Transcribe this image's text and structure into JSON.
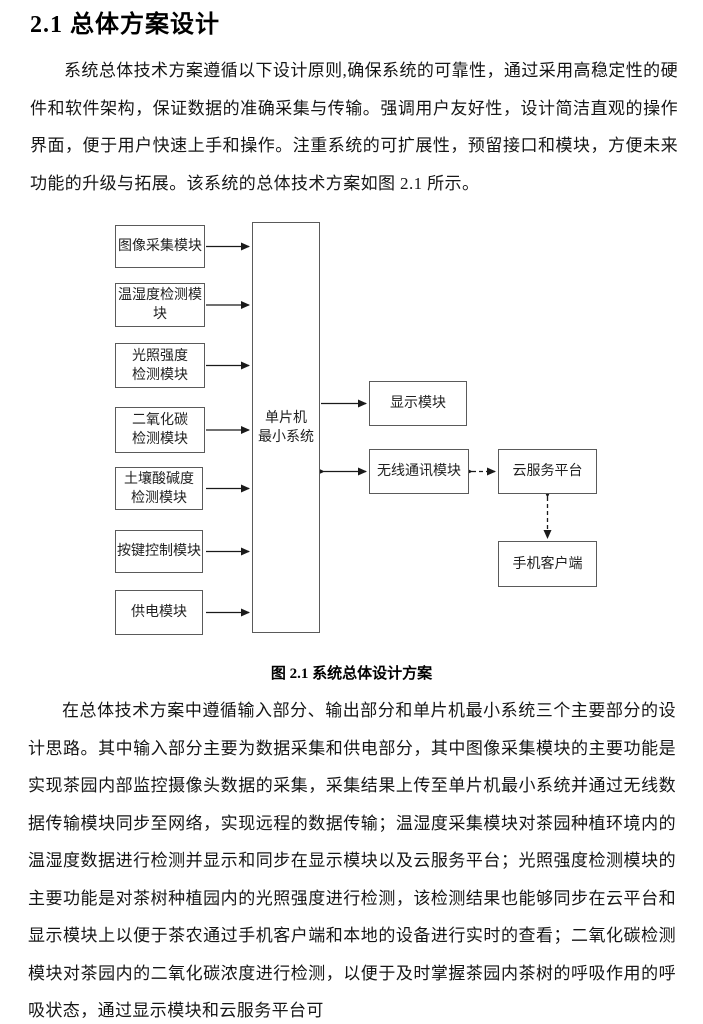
{
  "document": {
    "section_title": "2.1 总体方案设计",
    "paragraph_1": "系统总体技术方案遵循以下设计原则,确保系统的可靠性，通过采用高稳定性的硬件和软件架构，保证数据的准确采集与传输。强调用户友好性，设计简洁直观的操作界面，便于用户快速上手和操作。注重系统的可扩展性，预留接口和模块，方便未来功能的升级与拓展。该系统的总体技术方案如图 2.1 所示。",
    "figure_caption": "图 2.1 系统总体设计方案",
    "paragraph_2": "在总体技术方案中遵循输入部分、输出部分和单片机最小系统三个主要部分的设计思路。其中输入部分主要为数据采集和供电部分，其中图像采集模块的主要功能是实现茶园内部监控摄像头数据的采集，采集结果上传至单片机最小系统并通过无线数据传输模块同步至网络，实现远程的数据传输；温湿度采集模块对茶园种植环境内的温湿度数据进行检测并显示和同步在显示模块以及云服务平台；光照强度检测模块的主要功能是对茶树种植园内的光照强度进行检测，该检测结果也能够同步在云平台和显示模块上以便于茶农通过手机客户端和本地的设备进行实时的查看；二氧化碳检测模块对茶园内的二氧化碳浓度进行检测，以便于及时掌握茶园内茶树的呼吸作用的呼吸状态，通过显示模块和云服务平台可"
  },
  "diagram": {
    "boxes": {
      "image_capture": "图像采集模块",
      "temp_humidity": "温湿度检测模块",
      "light": "光照强度\n检测模块",
      "co2": "二氧化碳\n检测模块",
      "soil_ph": "土壤酸碱度\n检测模块",
      "keys": "按键控制模块",
      "power": "供电模块",
      "mcu": "单片机\n最小系统",
      "display": "显示模块",
      "wireless": "无线通讯模块",
      "cloud": "云服务平台",
      "mobile": "手机客户端"
    },
    "line_color": "#1a1a1a"
  }
}
